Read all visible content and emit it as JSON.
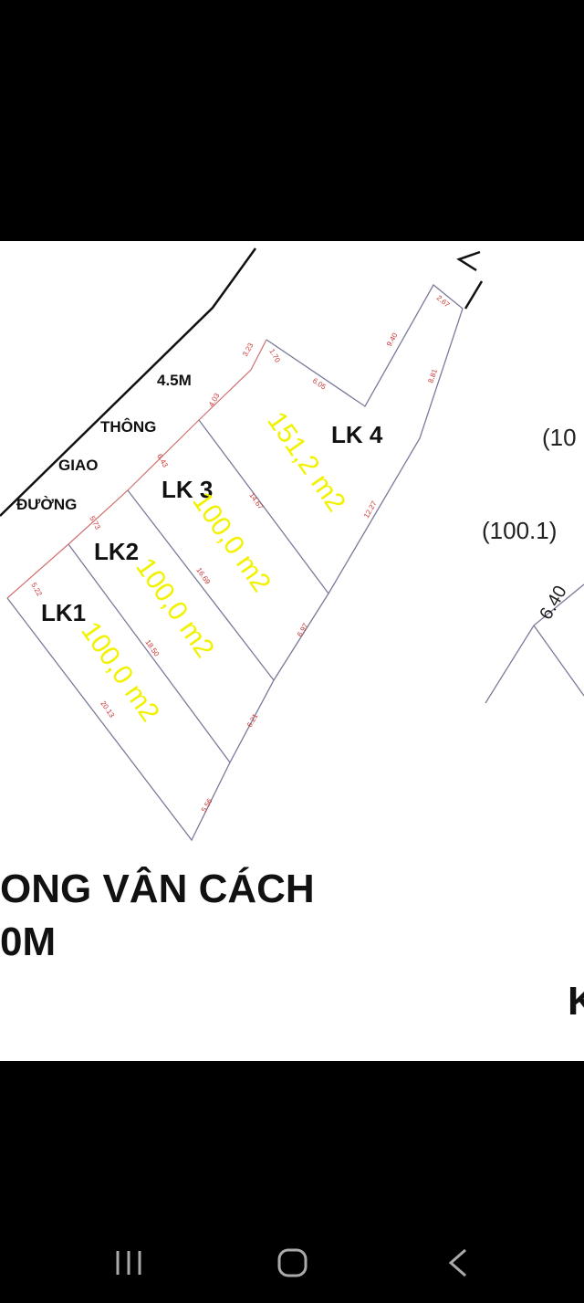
{
  "road": {
    "width_label": "4.5M",
    "name_lines": [
      "THÔNG",
      "GIAO",
      "ĐƯỜNG"
    ]
  },
  "plots": [
    {
      "label": "LK1",
      "area": "100,0 m2"
    },
    {
      "label": "LK2",
      "area": "100,0 m2"
    },
    {
      "label": "LK 3",
      "area": "100,0 m2"
    },
    {
      "label": "LK 4",
      "area": "151,2 m2"
    }
  ],
  "dimensions": {
    "front": [
      "5.22",
      "5.73",
      "6.43",
      "4.03",
      "3.23"
    ],
    "lk4_top": [
      "1.70",
      "6.05",
      "9.40",
      "2.67",
      "8.81"
    ],
    "dividers": [
      "20.13",
      "18.50",
      "16.69",
      "14.67"
    ],
    "back": [
      "5.56",
      "6.21",
      "6.97",
      "12.27"
    ]
  },
  "right_side": {
    "label1": "(10",
    "label2": "(100.1)",
    "dim": "6.40",
    "partial": "K"
  },
  "caption": {
    "line1": "ONG VÂN CÁCH",
    "line2": "0M"
  },
  "colors": {
    "boundary": "#7a7a9a",
    "front": "#d07070",
    "dim_text": "#cc3333",
    "area": "#f2f200",
    "road": "#111111"
  },
  "nav": {
    "recents": "recents-icon",
    "home": "home-icon",
    "back": "back-icon"
  }
}
